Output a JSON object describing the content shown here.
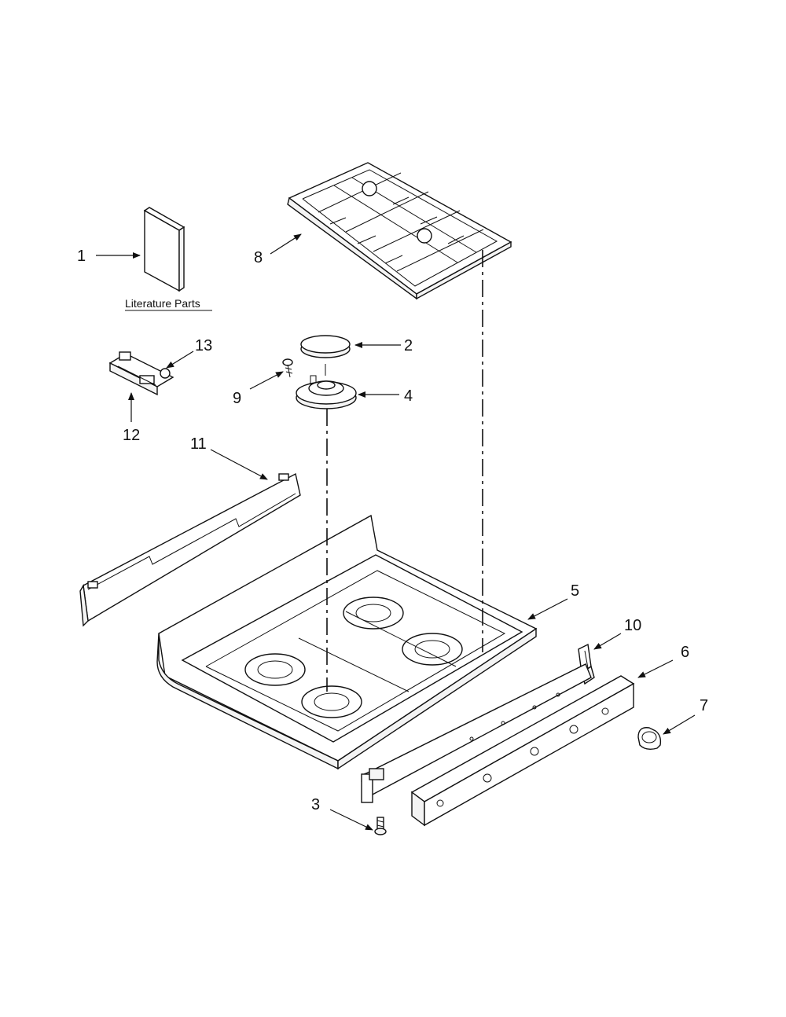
{
  "callouts": {
    "c1": "1",
    "c2": "2",
    "c3": "3",
    "c4": "4",
    "c5": "5",
    "c6": "6",
    "c7": "7",
    "c8": "8",
    "c9": "9",
    "c10": "10",
    "c11": "11",
    "c12": "12",
    "c13": "13"
  },
  "literature_label": "Literature Parts"
}
